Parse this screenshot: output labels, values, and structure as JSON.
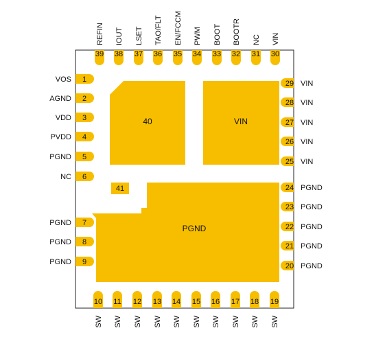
{
  "colors": {
    "pad": "#F7BE00",
    "outline": "#222222",
    "background": "#ffffff",
    "text": "#111111"
  },
  "left_pins": [
    {
      "num": "1",
      "label": "VOS"
    },
    {
      "num": "2",
      "label": "AGND"
    },
    {
      "num": "3",
      "label": "VDD"
    },
    {
      "num": "4",
      "label": "PVDD"
    },
    {
      "num": "5",
      "label": "PGND"
    },
    {
      "num": "6",
      "label": "NC"
    },
    {
      "num": "7",
      "label": "PGND"
    },
    {
      "num": "8",
      "label": "PGND"
    },
    {
      "num": "9",
      "label": "PGND"
    }
  ],
  "bottom_pins": [
    {
      "num": "10",
      "label": "SW"
    },
    {
      "num": "11",
      "label": "SW"
    },
    {
      "num": "12",
      "label": "SW"
    },
    {
      "num": "13",
      "label": "SW"
    },
    {
      "num": "14",
      "label": "SW"
    },
    {
      "num": "15",
      "label": "SW"
    },
    {
      "num": "16",
      "label": "SW"
    },
    {
      "num": "17",
      "label": "SW"
    },
    {
      "num": "18",
      "label": "SW"
    },
    {
      "num": "19",
      "label": "SW"
    }
  ],
  "right_pins": [
    {
      "num": "20",
      "label": "PGND"
    },
    {
      "num": "21",
      "label": "PGND"
    },
    {
      "num": "22",
      "label": "PGND"
    },
    {
      "num": "23",
      "label": "PGND"
    },
    {
      "num": "24",
      "label": "PGND"
    },
    {
      "num": "25",
      "label": "VIN"
    },
    {
      "num": "26",
      "label": "VIN"
    },
    {
      "num": "27",
      "label": "VIN"
    },
    {
      "num": "28",
      "label": "VIN"
    },
    {
      "num": "29",
      "label": "VIN"
    }
  ],
  "top_pins": [
    {
      "num": "30",
      "label": "VIN"
    },
    {
      "num": "31",
      "label": "NC"
    },
    {
      "num": "32",
      "label": "BOOTR"
    },
    {
      "num": "33",
      "label": "BOOT"
    },
    {
      "num": "34",
      "label": "PWM"
    },
    {
      "num": "35",
      "label": "EN/FCCM"
    },
    {
      "num": "36",
      "label": "TAO/FLT"
    },
    {
      "num": "37",
      "label": "LSET"
    },
    {
      "num": "38",
      "label": "IOUT"
    },
    {
      "num": "39",
      "label": "REFIN"
    }
  ],
  "thermal_pads": {
    "pad40": {
      "num": "40"
    },
    "pad_vin": {
      "label": "VIN"
    },
    "pad41": {
      "num": "41"
    },
    "pad_pgnd": {
      "label": "PGND"
    }
  }
}
